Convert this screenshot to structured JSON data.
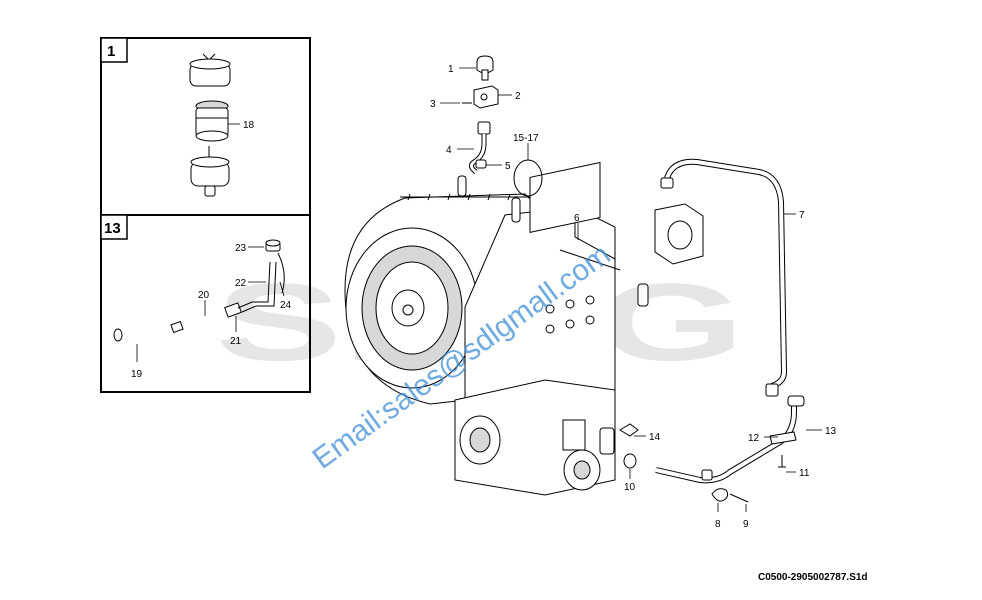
{
  "diagram": {
    "inset_boxes": [
      {
        "number": "1",
        "labels": [
          "18"
        ]
      },
      {
        "number": "13",
        "labels": [
          "23",
          "22",
          "20",
          "24",
          "21",
          "19"
        ]
      }
    ],
    "callouts": {
      "c1": "1",
      "c2": "2",
      "c3": "3",
      "c4": "4",
      "c5": "5",
      "c6": "6",
      "c7": "7",
      "c8": "8",
      "c9": "9",
      "c10": "10",
      "c11": "11",
      "c12": "12",
      "c13": "13",
      "c14": "14",
      "c15_17": "15-17",
      "c18": "18",
      "c19": "19",
      "c20": "20",
      "c21": "21",
      "c22": "22",
      "c23": "23",
      "c24": "24"
    },
    "background_logo": "SDLG",
    "watermark": "Email:sales@sdlgmall.com",
    "reference_code": "C0500-2905002787.S1d"
  }
}
